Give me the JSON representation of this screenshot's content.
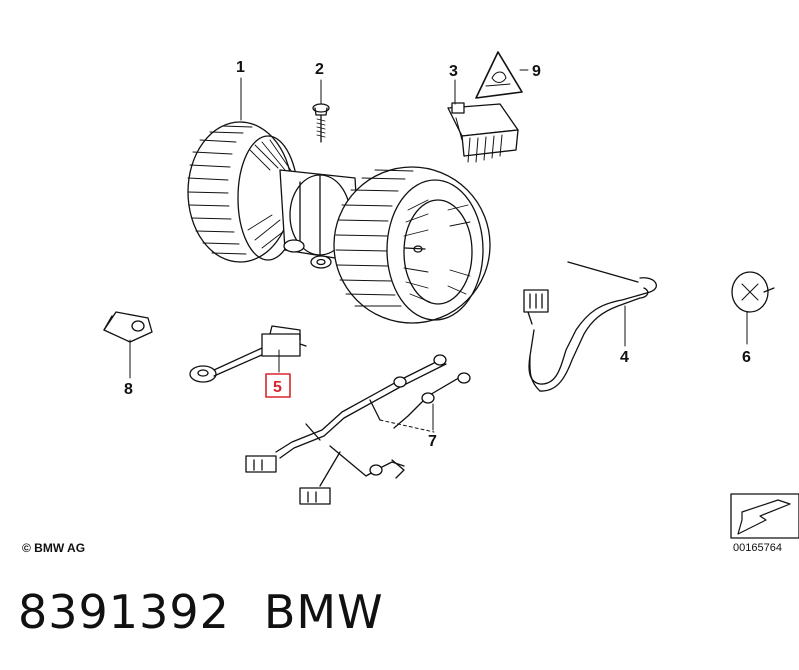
{
  "callouts": {
    "c1": "1",
    "c2": "2",
    "c3": "3",
    "c4": "4",
    "c5": "5",
    "c6": "6",
    "c7": "7",
    "c8": "8",
    "c9": "9"
  },
  "highlight_color": "#d9262e",
  "copyright": "© BMW AG",
  "diagram_ref": "00165764",
  "footer": {
    "part_number": "8391392",
    "brand": "BMW"
  }
}
